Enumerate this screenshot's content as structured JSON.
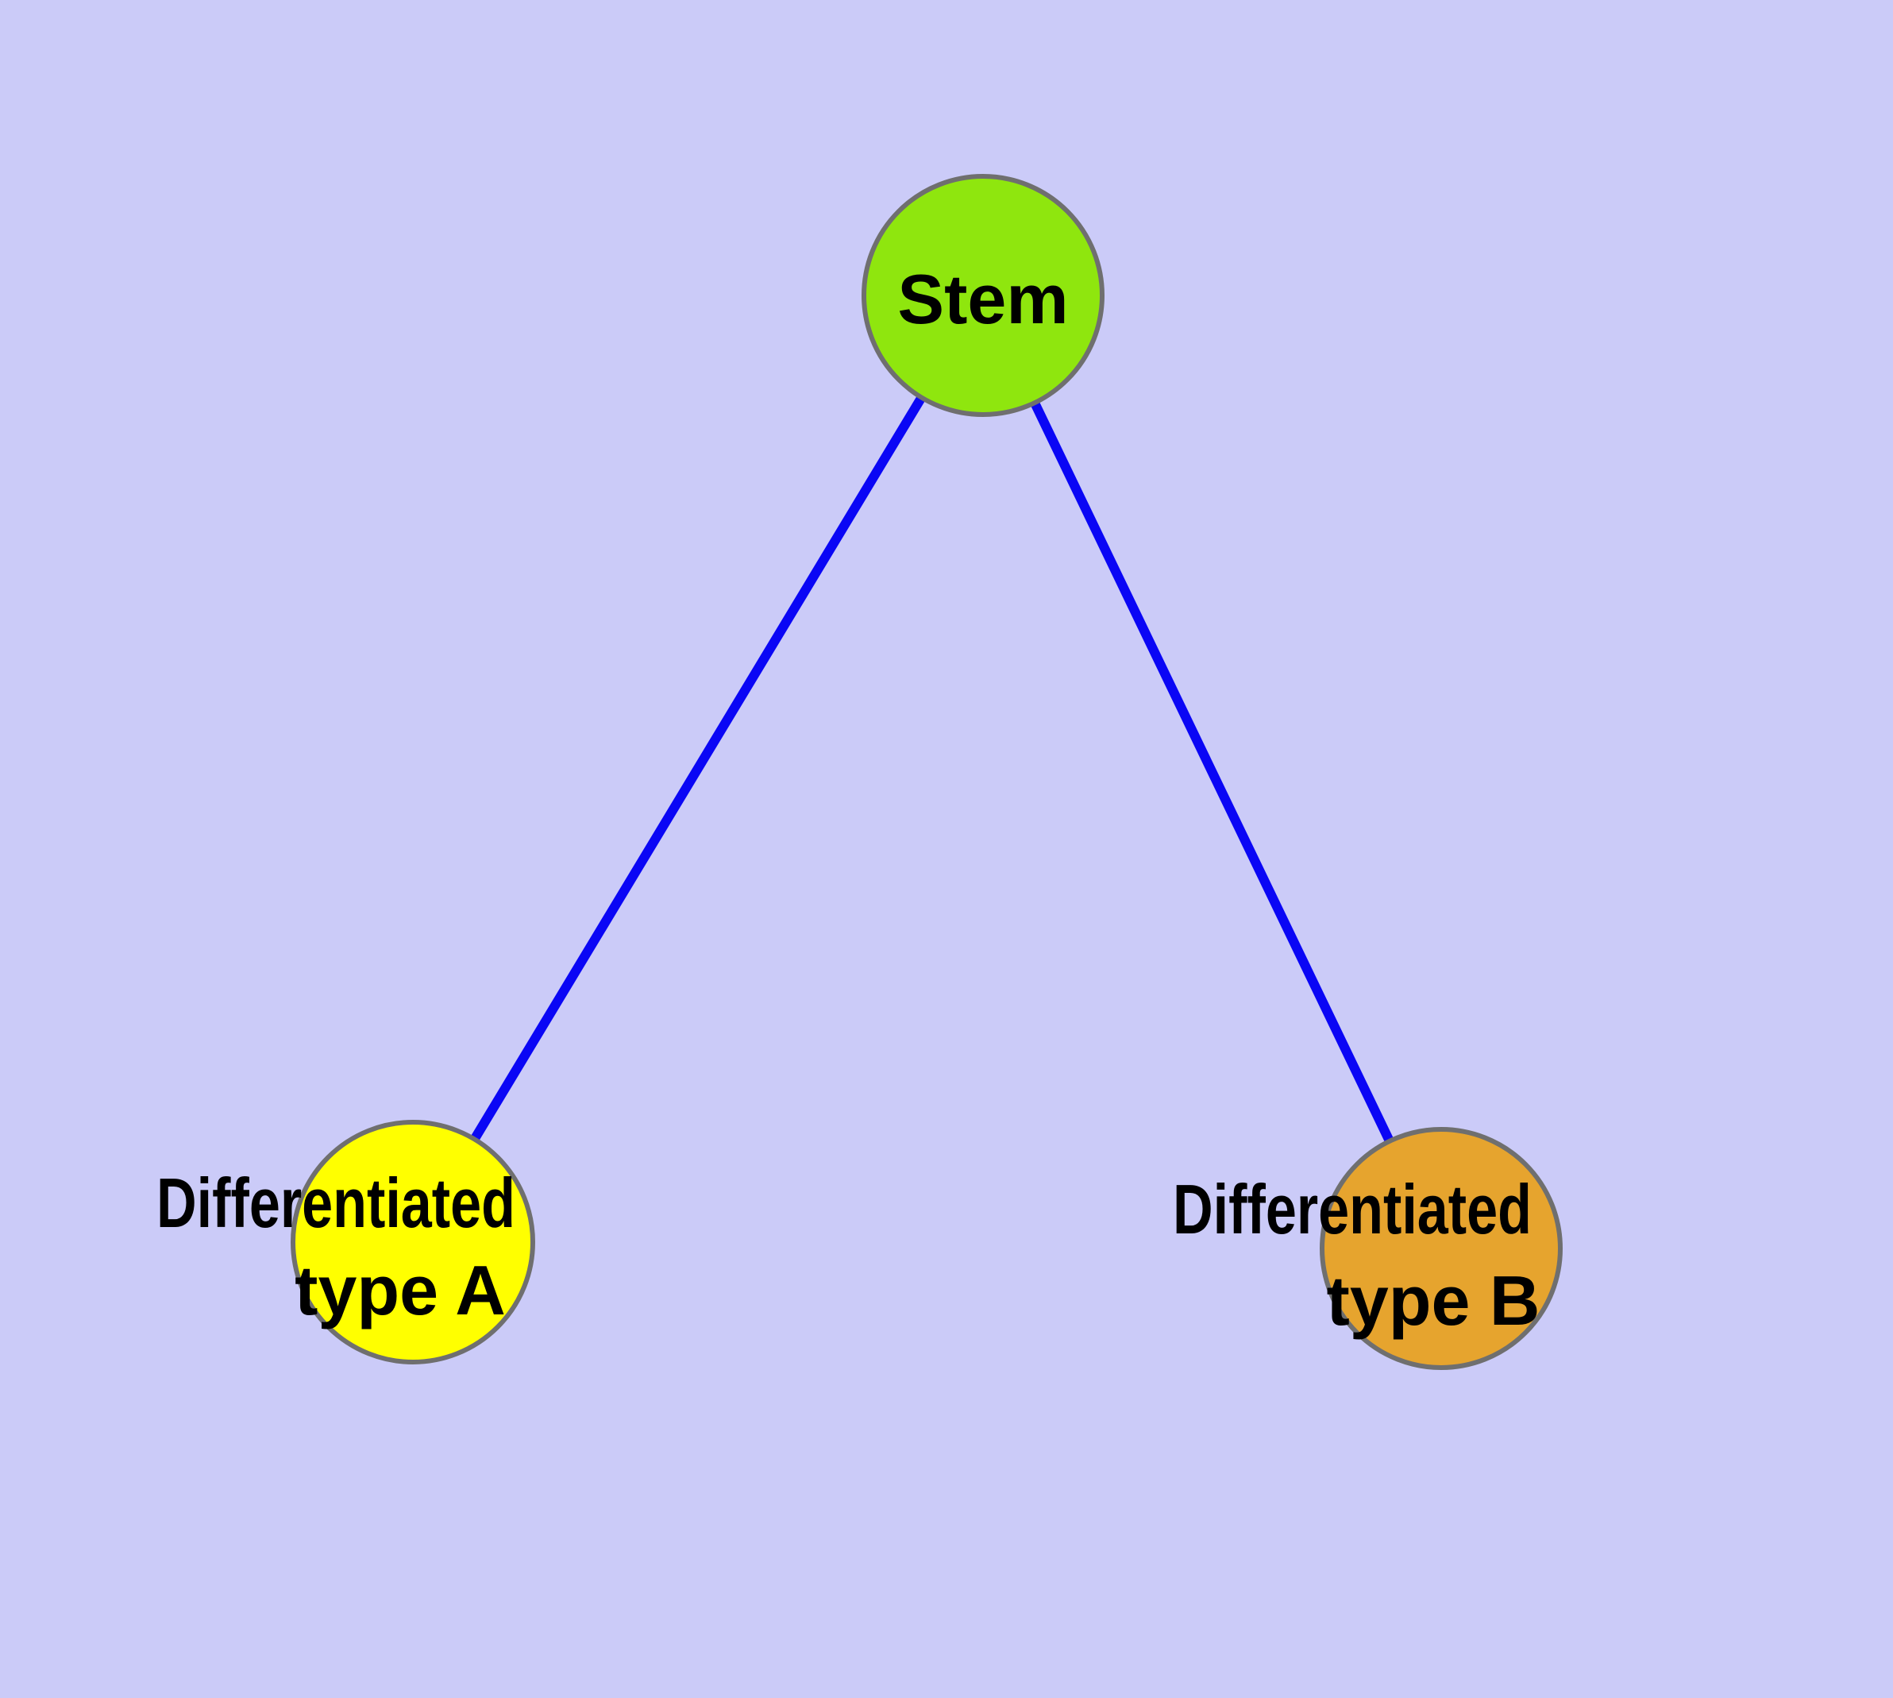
{
  "diagram": {
    "background_color": "#CBCBF8",
    "edge_color": "#0A06F5",
    "node_border_color": "#6F6F6F",
    "label_color": "#000000",
    "nodes": {
      "stem": {
        "label": "Stem",
        "fill": "#8FE60E"
      },
      "differentiated_type_a": {
        "label_line1": "Differentiated",
        "label_line2": "type A",
        "fill": "#FFFF00"
      },
      "differentiated_type_b": {
        "label_line1": "Differentiated",
        "label_line2": "type B",
        "fill": "#E6A42E"
      }
    },
    "edges": [
      {
        "from": "Stem",
        "to": "Differentiated type A"
      },
      {
        "from": "Stem",
        "to": "Differentiated type B"
      }
    ]
  }
}
